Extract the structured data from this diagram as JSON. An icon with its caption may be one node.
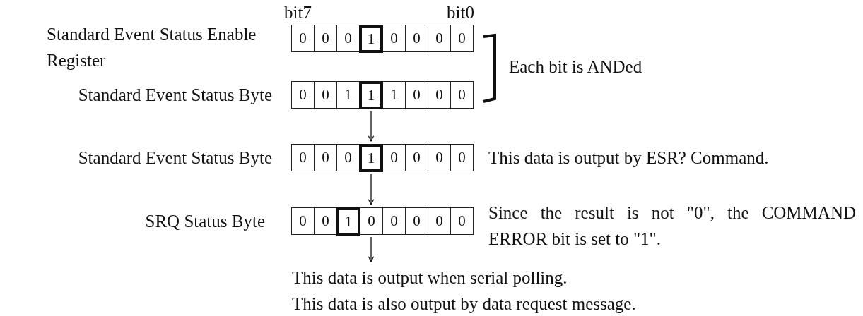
{
  "diagram": {
    "nodes": [
      {
        "text": [
          "0",
          "0",
          "0",
          "1",
          "0",
          "0",
          "0",
          "0"
        ],
        "beside": [
          "Standard Event Status Enable Register"
        ]
      },
      {
        "text": [
          "0",
          "0",
          "1",
          "1",
          "1",
          "0",
          "0",
          "0"
        ],
        "beside": [
          "Standard Event Status Byte"
        ]
      },
      {
        "text": [
          "0",
          "0",
          "0",
          "1",
          "0",
          "0",
          "0",
          "0"
        ],
        "beside": [
          "Standard Event Status Byte",
          "This data is output by ESR? Command."
        ]
      },
      {
        "text": [
          "0",
          "0",
          "1",
          "0",
          "0",
          "0",
          "0",
          "0"
        ],
        "beside": [
          "SRQ Status Byte",
          "Since the result is not \"0\", the COMMAND ERROR bit is set to \"1\"."
        ]
      },
      {
        "text": [
          "This data is output when serial polling.",
          "This data is also output by data request message."
        ]
      }
    ],
    "edges": [
      {
        "from": 1,
        "to": 2,
        "arrow": "to"
      },
      {
        "from": 2,
        "to": 3,
        "arrow": "to"
      },
      {
        "from": 3,
        "to": 4,
        "arrow": "to"
      }
    ],
    "labels": [
      "bit7",
      "bit0",
      "Each bit is ANDed"
    ]
  }
}
